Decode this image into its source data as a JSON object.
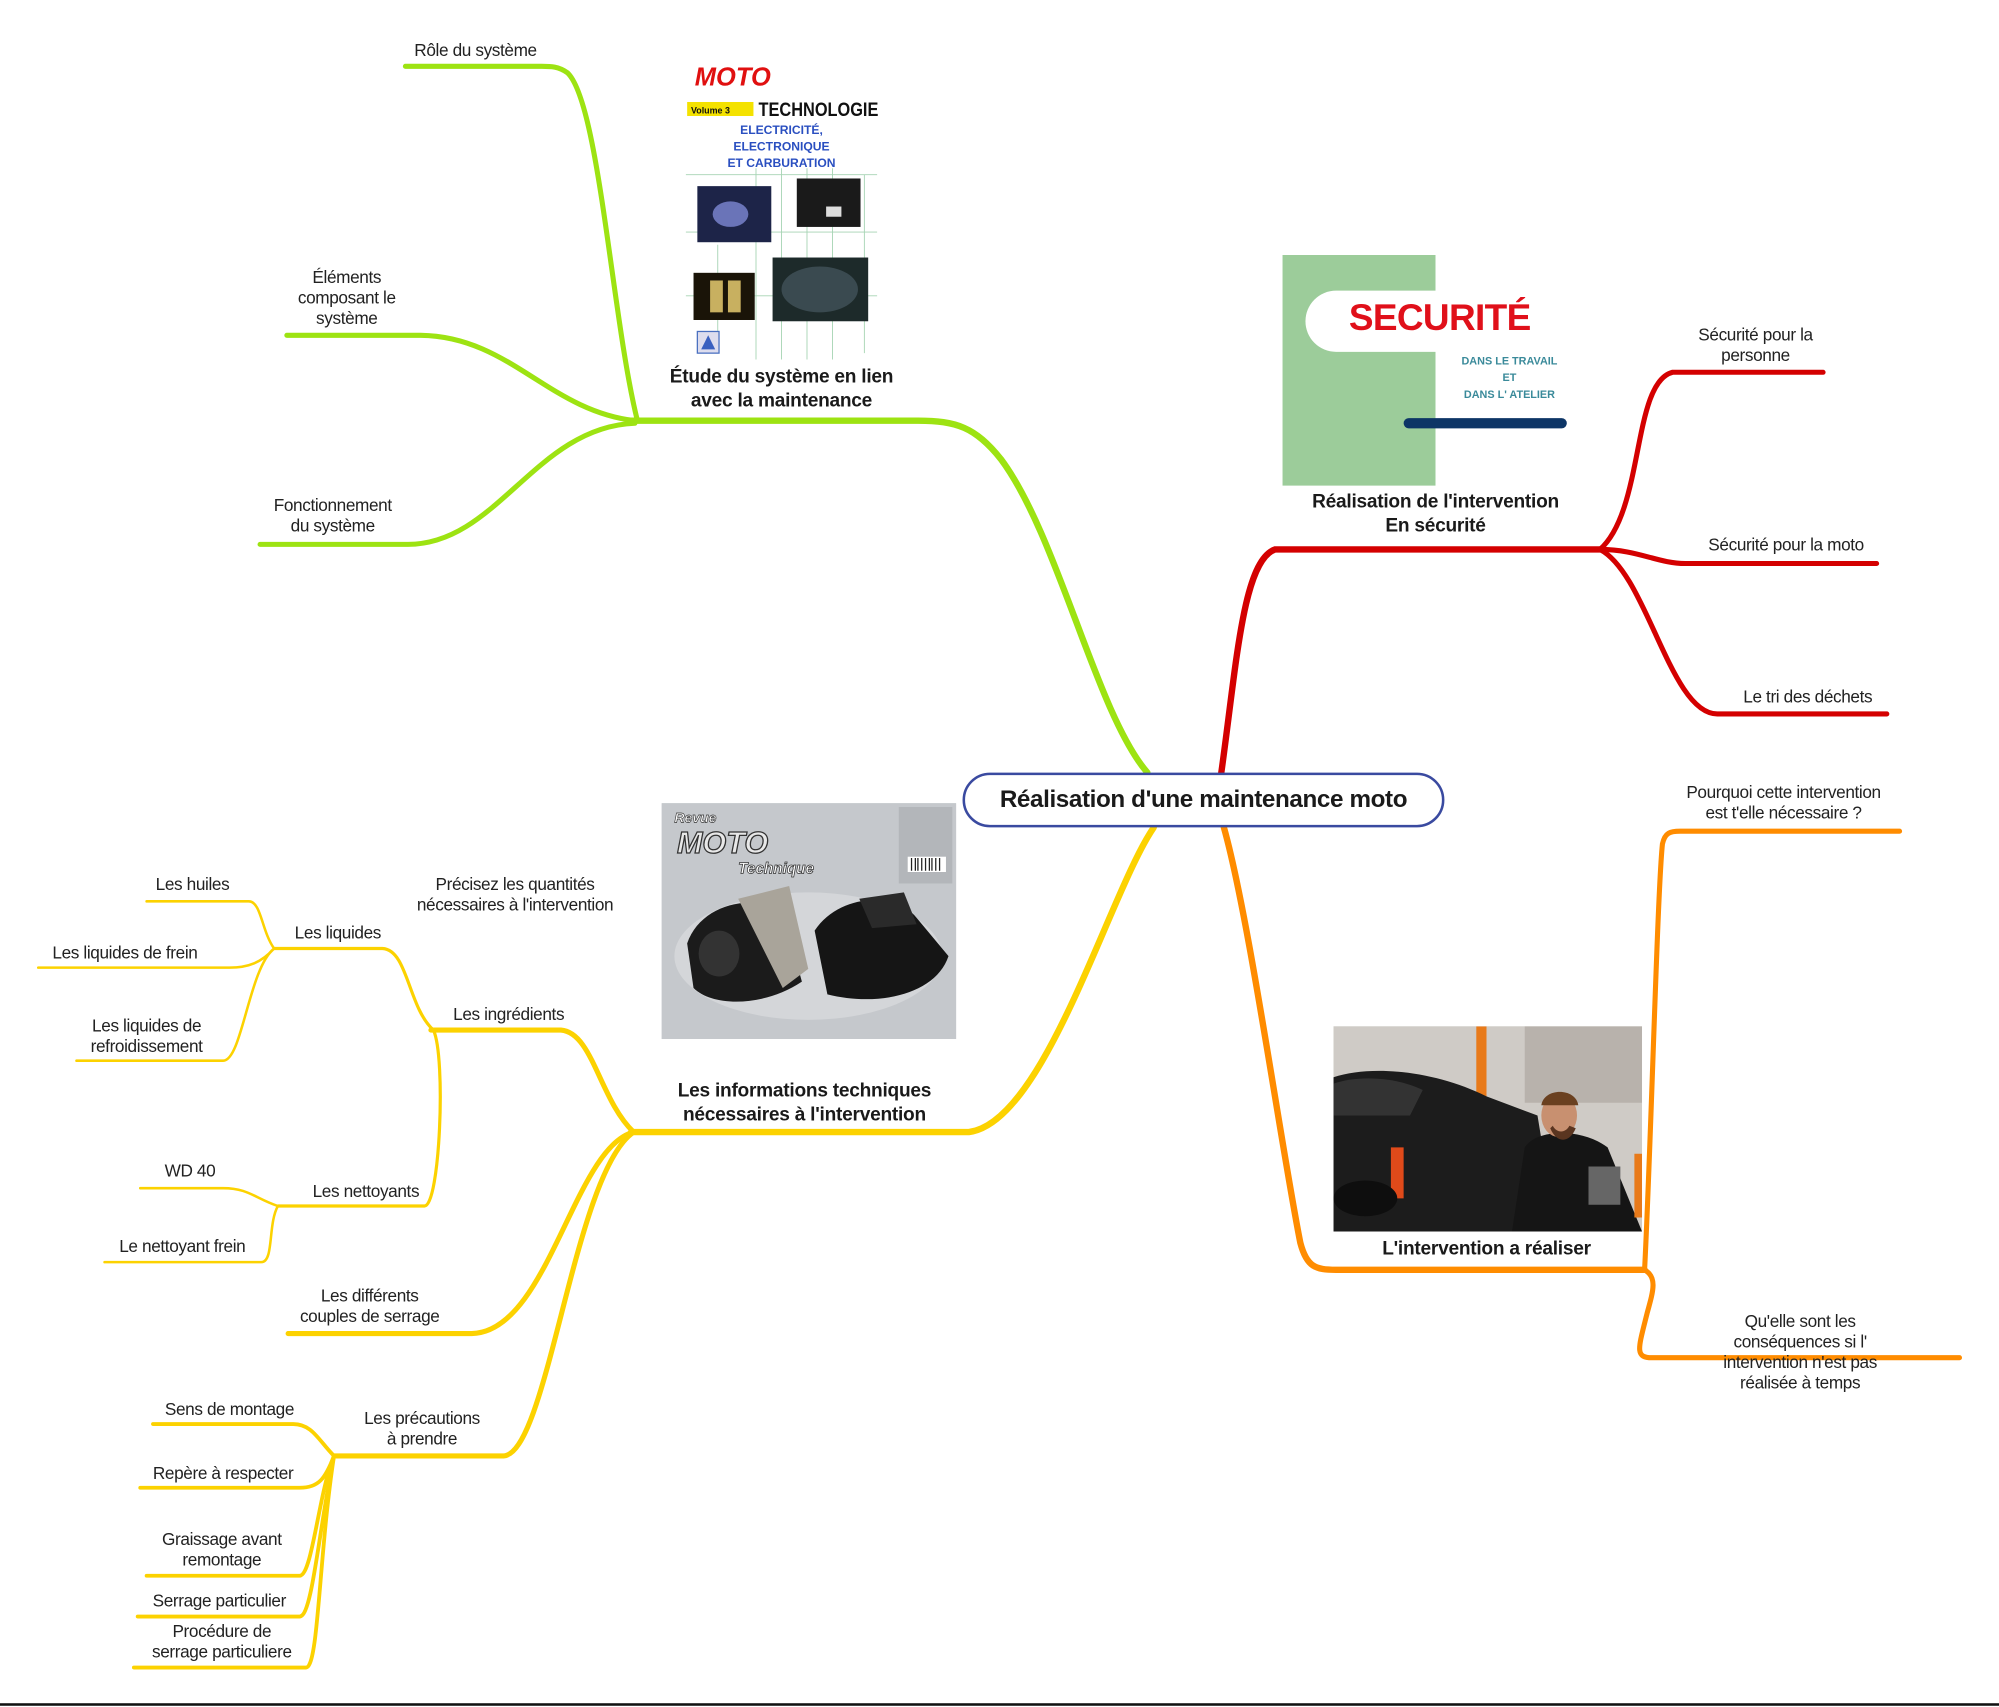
{
  "center": {
    "title": "Réalisation d'une maintenance moto",
    "color": "#3a4aa0"
  },
  "branches": {
    "etude": {
      "color": "#9de312",
      "title": "Étude du système en lien\navec la maintenance",
      "children": [
        "Rôle du système",
        "Éléments\ncomposant le\nsystème",
        "Fonctionnement\ndu système"
      ],
      "image": {
        "brand1": "MOTO",
        "brand2": "TECHNOLOGIE",
        "volume": "Volume 3",
        "subtitle": "ELECTRICITÉ,\nELECTRONIQUE\nET CARBURATION"
      }
    },
    "securite": {
      "color": "#d40000",
      "title": "Réalisation de l'intervention\nEn sécurité",
      "children": [
        "Sécurité pour la\npersonne",
        "Sécurité pour la moto",
        "Le tri des déchets"
      ],
      "image": {
        "heading": "SECURITÉ",
        "sub": "DANS LE TRAVAIL\nET\nDANS L' ATELIER"
      }
    },
    "intervention": {
      "color": "#ff8c00",
      "title": "L'intervention a réaliser",
      "children": [
        "Pourquoi cette intervention\nest t'elle nécessaire ?",
        "Qu'elle sont les conséquences si l'\nintervention n'est pas réalisée à temps"
      ]
    },
    "infos": {
      "color": "#fcd200",
      "title": "Les informations techniques\nnécessaires à l'intervention",
      "note": "Précisez les quantités\nnécessaires à l'intervention",
      "image": {
        "brand1": "Revue",
        "brand2": "MOTO",
        "brand3": "Technique"
      },
      "ingredients": {
        "label": "Les ingrédients",
        "liquides": {
          "label": "Les liquides",
          "items": [
            "Les huiles",
            "Les liquides de frein",
            "Les liquides de\nrefroidissement"
          ]
        },
        "nettoyants": {
          "label": "Les nettoyants",
          "items": [
            "WD 40",
            "Le nettoyant frein"
          ]
        }
      },
      "couples": "Les différents\ncouples de serrage",
      "precautions": {
        "label": "Les précautions\nà prendre",
        "items": [
          "Sens de montage",
          "Repère à respecter",
          "Graissage avant\nremontage",
          "Serrage particulier",
          "Procédure de\nserrage particuliere"
        ]
      }
    }
  }
}
